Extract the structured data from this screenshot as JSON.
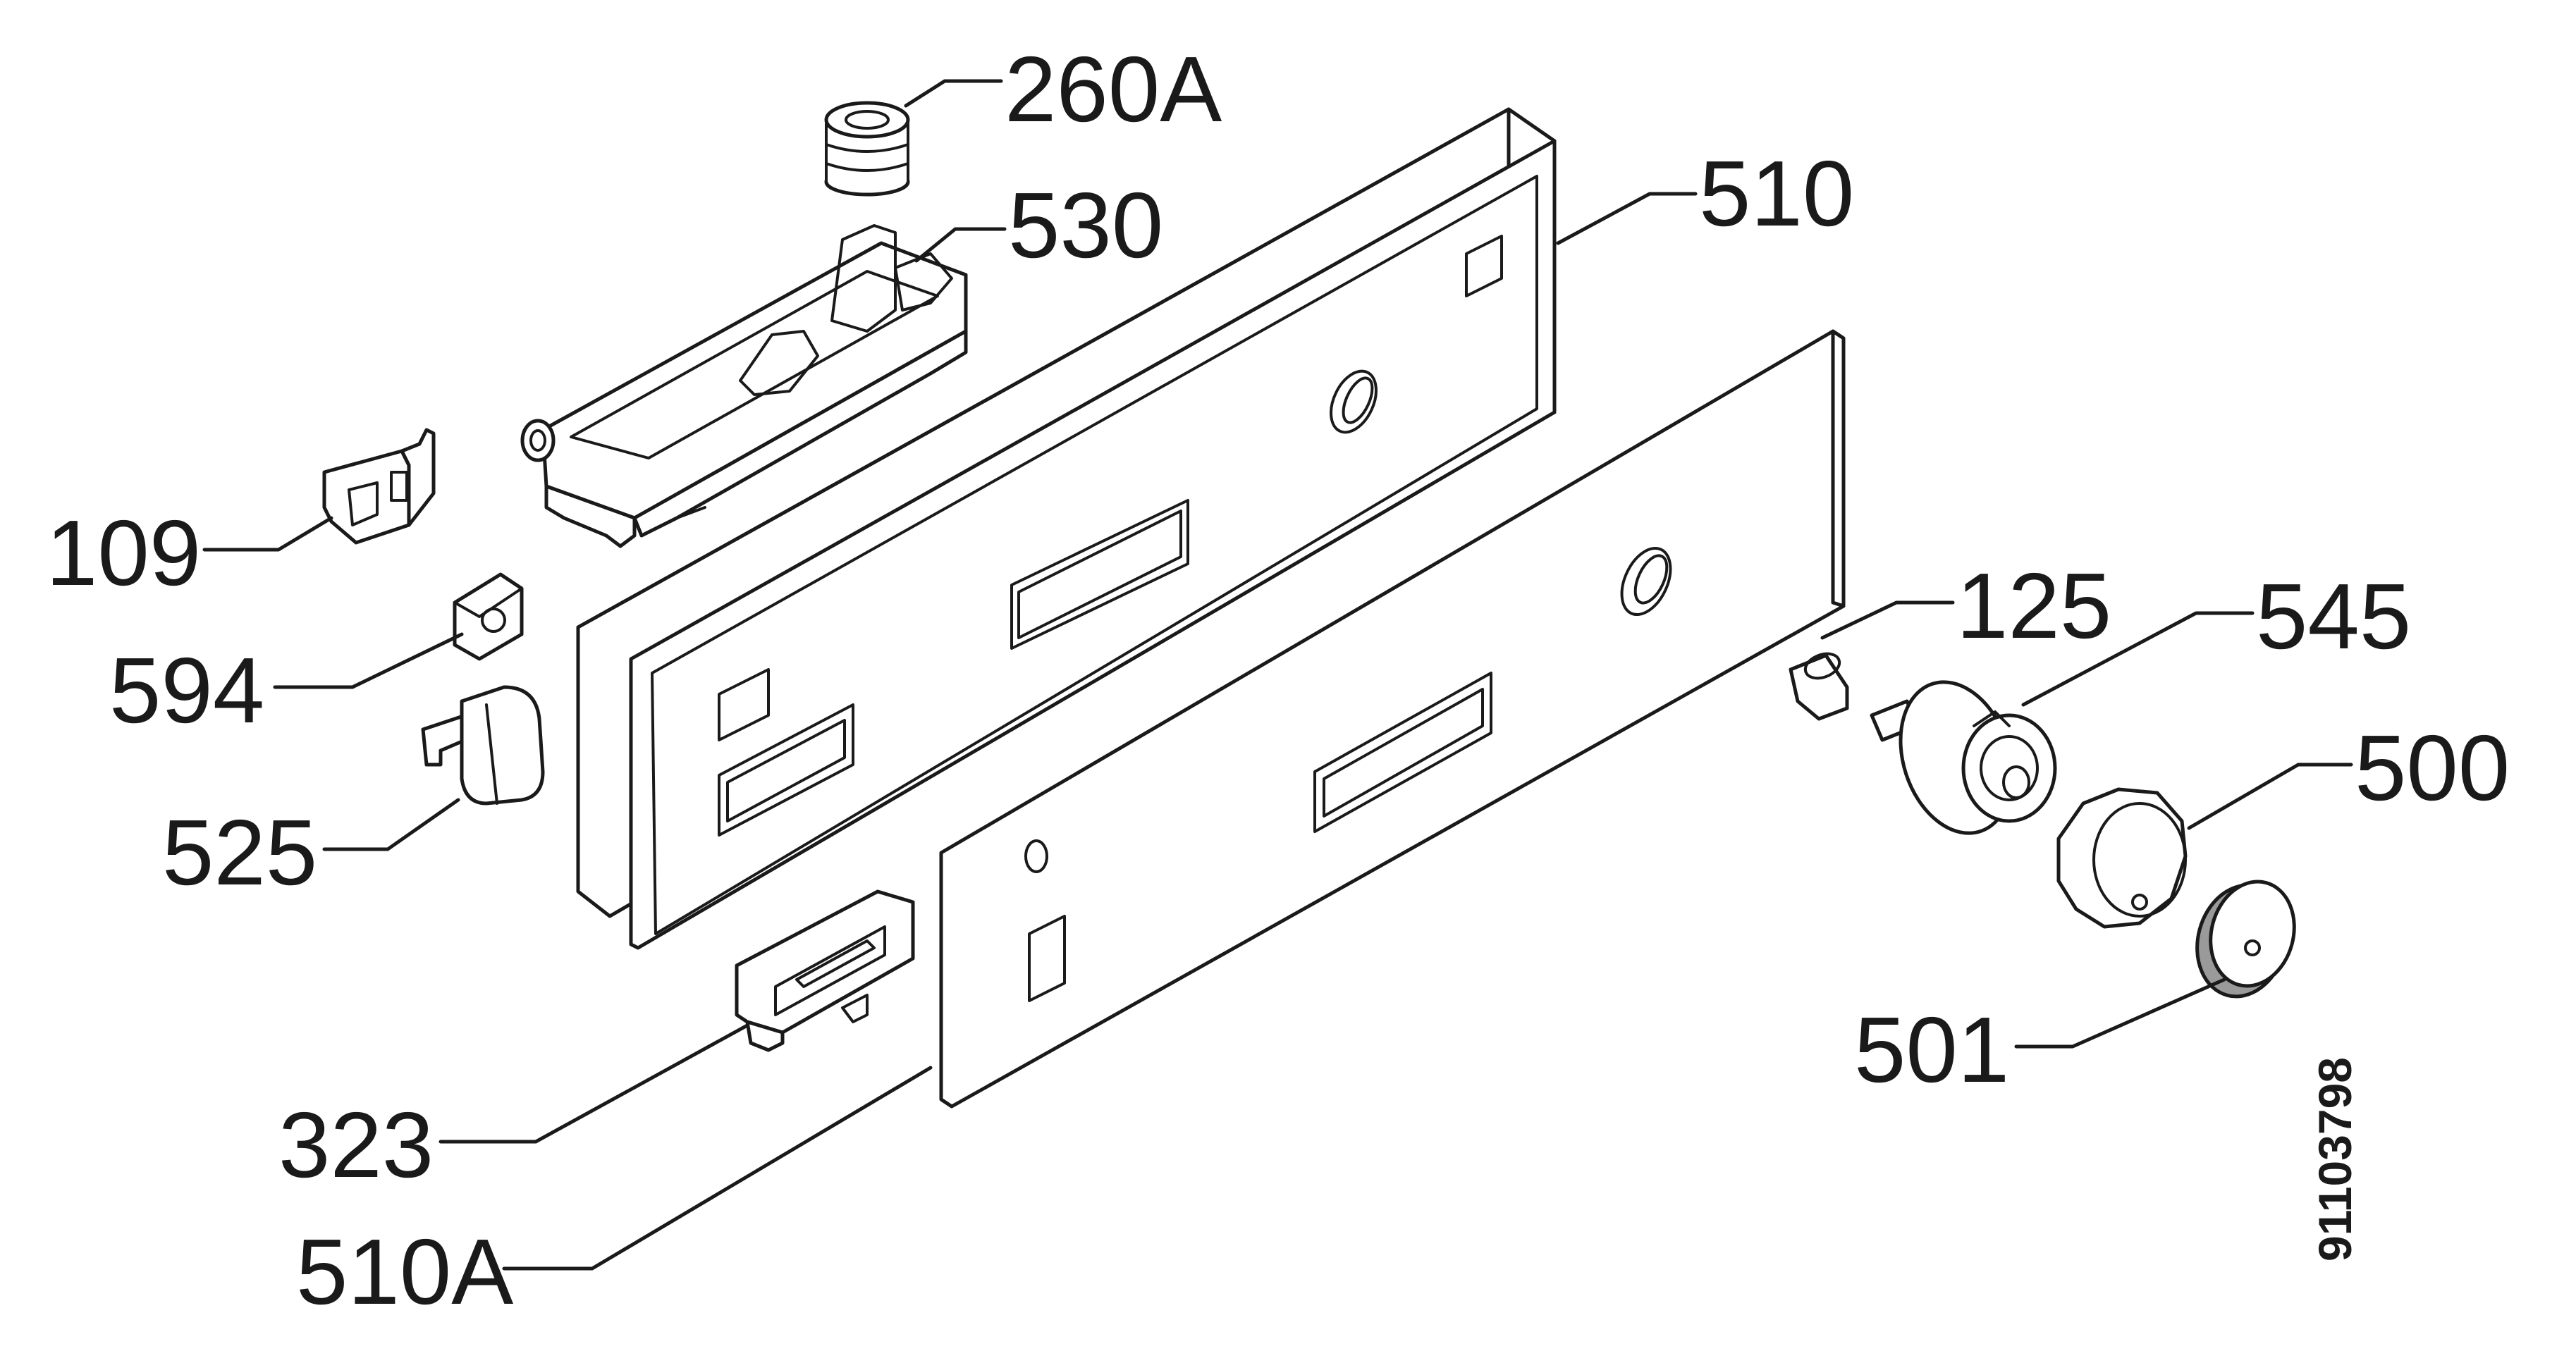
{
  "callouts": {
    "c260a": "260A",
    "c530": "530",
    "c510": "510",
    "c109": "109",
    "c594": "594",
    "c525": "525",
    "c125": "125",
    "c545": "545",
    "c500": "500",
    "c501": "501",
    "c323": "323",
    "c510a": "510A"
  },
  "document_number": "91103798"
}
